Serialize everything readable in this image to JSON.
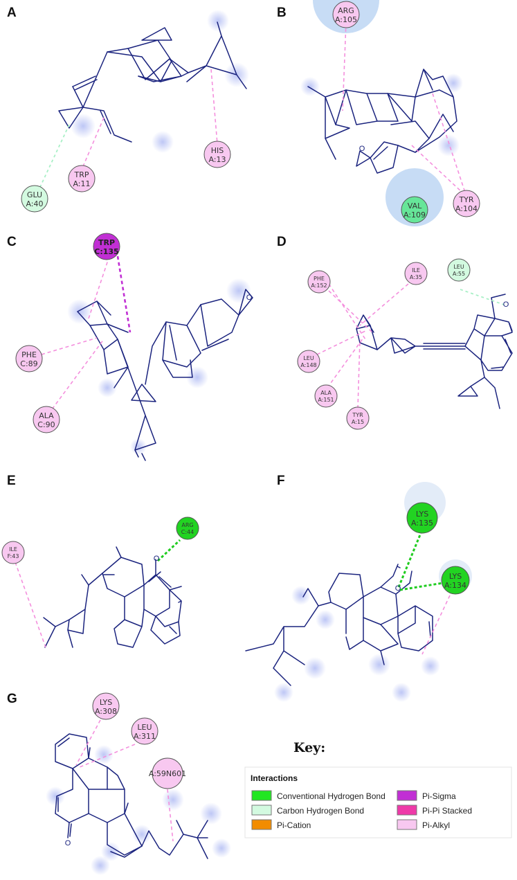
{
  "panels": [
    {
      "letter": "A",
      "residues": [
        {
          "text": [
            "GLU",
            "A:40"
          ],
          "kind": "chb"
        },
        {
          "text": [
            "TRP",
            "A:11"
          ],
          "kind": "alkyl"
        },
        {
          "text": [
            "HIS",
            "A:13"
          ],
          "kind": "alkyl"
        }
      ]
    },
    {
      "letter": "B",
      "residues": [
        {
          "text": [
            "ARG",
            "A:105"
          ],
          "kind": "alkyl"
        },
        {
          "text": [
            "VAL",
            "A:109"
          ],
          "kind": "vdw"
        },
        {
          "text": [
            "TYR",
            "A:104"
          ],
          "kind": "alkyl"
        }
      ]
    },
    {
      "letter": "C",
      "residues": [
        {
          "text": [
            "TRP",
            "C:135"
          ],
          "kind": "sigma"
        },
        {
          "text": [
            "PHE",
            "C:89"
          ],
          "kind": "alkyl"
        },
        {
          "text": [
            "ALA",
            "C:90"
          ],
          "kind": "alkyl"
        }
      ]
    },
    {
      "letter": "D",
      "residues": [
        {
          "text": [
            "PHE",
            "A:152"
          ],
          "kind": "alkyl"
        },
        {
          "text": [
            "ILE",
            "A:35"
          ],
          "kind": "alkyl"
        },
        {
          "text": [
            "LEU",
            "A:55"
          ],
          "kind": "chb"
        },
        {
          "text": [
            "LEU",
            "A:148"
          ],
          "kind": "alkyl"
        },
        {
          "text": [
            "ALA",
            "A:151"
          ],
          "kind": "alkyl"
        },
        {
          "text": [
            "TYR",
            "A:15"
          ],
          "kind": "alkyl"
        }
      ]
    },
    {
      "letter": "E",
      "residues": [
        {
          "text": [
            "ILE",
            "F:43"
          ],
          "kind": "alkyl"
        },
        {
          "text": [
            "ARG",
            "C:44"
          ],
          "kind": "hb"
        }
      ]
    },
    {
      "letter": "F",
      "residues": [
        {
          "text": [
            "LYS",
            "A:135"
          ],
          "kind": "hb"
        },
        {
          "text": [
            "LYS",
            "A:134"
          ],
          "kind": "hb"
        }
      ]
    },
    {
      "letter": "G",
      "residues": [
        {
          "text": [
            "LYS",
            "A:308"
          ],
          "kind": "alkyl"
        },
        {
          "text": [
            "LEU",
            "A:311"
          ],
          "kind": "alkyl"
        },
        {
          "text": [
            "A:59N601"
          ],
          "kind": "alkyl"
        }
      ]
    }
  ],
  "atom_label": "O",
  "key": {
    "title": "Key:",
    "heading": "Interactions",
    "items": [
      {
        "label": "Conventional Hydrogen Bond",
        "color": "#22e622"
      },
      {
        "label": "Pi-Sigma",
        "color": "#c12fd4"
      },
      {
        "label": "Carbon Hydrogen Bond",
        "color": "#d3fae0"
      },
      {
        "label": "Pi-Pi Stacked",
        "color": "#ee3aa8"
      },
      {
        "label": "Pi-Cation",
        "color": "#f28c00"
      },
      {
        "label": "Pi-Alkyl",
        "color": "#f8c8f0"
      }
    ]
  },
  "colors": {
    "bond": "#1a237e",
    "pi_alkyl_fill": "#f8c8f0",
    "hbond_fill": "#22d322",
    "carbon_hbond_fill": "#d3fae0",
    "pi_sigma_fill": "#c12fd4",
    "vdw_fill": "#66e699"
  }
}
